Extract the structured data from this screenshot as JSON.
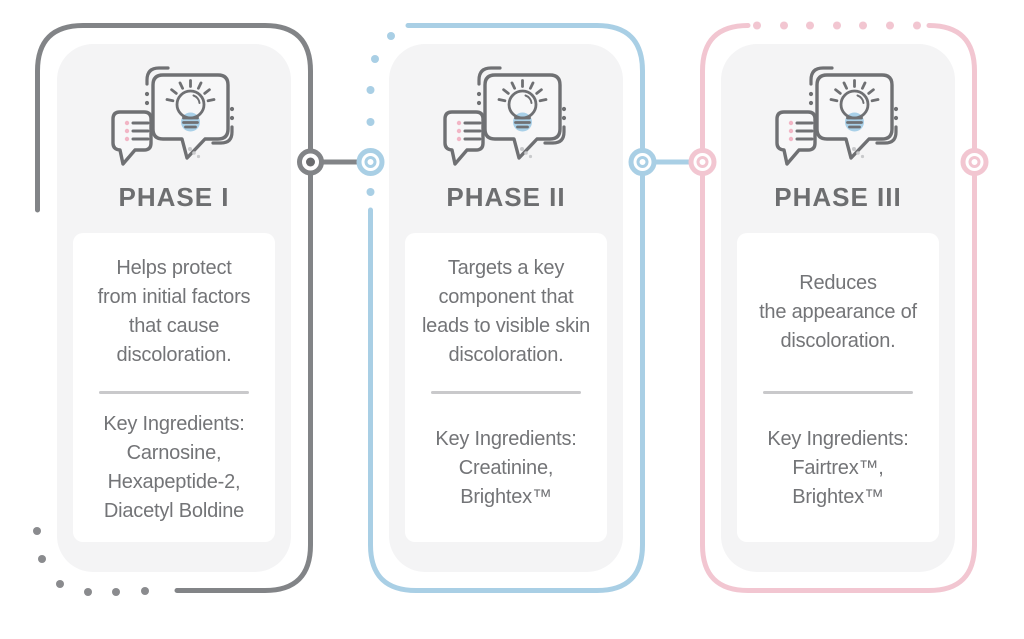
{
  "colors": {
    "phase1_gray": "#828487",
    "phase2_blue": "#a9cfe5",
    "phase3_pink": "#f2c6d1",
    "accent_blue": "#a9d0e8",
    "accent_pink": "#f2b5c5",
    "icon_stroke": "#6f7073",
    "title_text": "#6d6e70",
    "body_text": "#737477",
    "divider": "#c9c9cb",
    "card_bg": "#f4f4f5",
    "panel_bg": "#ffffff",
    "dot_gray": "#8a8b8e",
    "dark_dot": "#6a6b6e"
  },
  "icon": {
    "name": "speech-bubbles-lightbulb-idea-icon"
  },
  "phases": [
    {
      "title": "PHASE I",
      "description": [
        "Helps protect",
        "from initial factors",
        "that cause",
        "discoloration."
      ],
      "ingredients_label": "Key Ingredients:",
      "ingredients": [
        "Carnosine,",
        "Hexapeptide-2,",
        "Diacetyl Boldine"
      ]
    },
    {
      "title": "PHASE II",
      "description": [
        "Targets a key",
        "component that",
        "leads to visible skin",
        "discoloration."
      ],
      "ingredients_label": "Key Ingredients:",
      "ingredients": [
        "Creatinine,",
        "Brightex™"
      ]
    },
    {
      "title": "PHASE III",
      "description": [
        "Reduces",
        "the appearance of",
        "discoloration."
      ],
      "ingredients_label": "Key Ingredients:",
      "ingredients": [
        "Fairtrex™,",
        "Brightex™"
      ]
    }
  ]
}
